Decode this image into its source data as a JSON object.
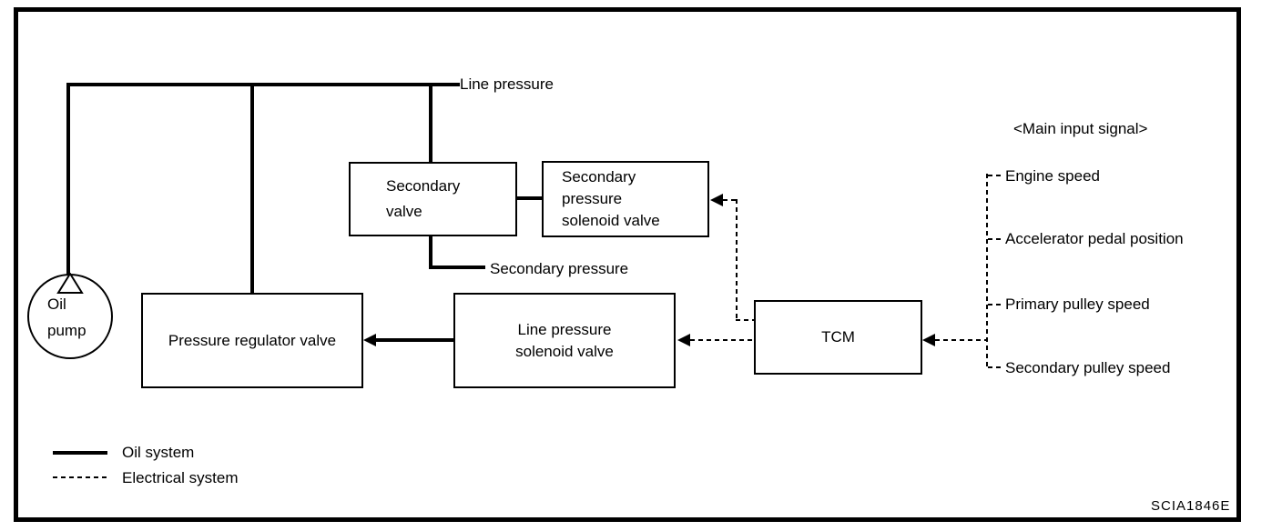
{
  "figure": {
    "code": "SCIA1846E",
    "labels": {
      "line_pressure": "Line pressure",
      "secondary_pressure": "Secondary pressure",
      "main_input_signal": "<Main input signal>"
    },
    "components": {
      "oil_pump": {
        "lines": [
          "Oil",
          "pump"
        ]
      },
      "secondary_valve": {
        "lines": [
          "Secondary",
          "valve"
        ]
      },
      "secondary_pressure_solenoid_valve": {
        "lines": [
          "Secondary",
          "pressure",
          "solenoid valve"
        ]
      },
      "pressure_regulator_valve": {
        "lines": [
          "Pressure regulator valve"
        ]
      },
      "line_pressure_solenoid_valve": {
        "lines": [
          "Line pressure",
          "solenoid valve"
        ]
      },
      "tcm": {
        "lines": [
          "TCM"
        ]
      }
    },
    "main_input_signals": [
      "Engine speed",
      "Accelerator pedal position",
      "Primary pulley speed",
      "Secondary pulley speed"
    ],
    "legend": [
      {
        "line_style": "solid",
        "label": "Oil system"
      },
      {
        "line_style": "dashed",
        "label": "Electrical system"
      }
    ],
    "colors": {
      "ink": "#000000",
      "background": "#ffffff"
    }
  }
}
